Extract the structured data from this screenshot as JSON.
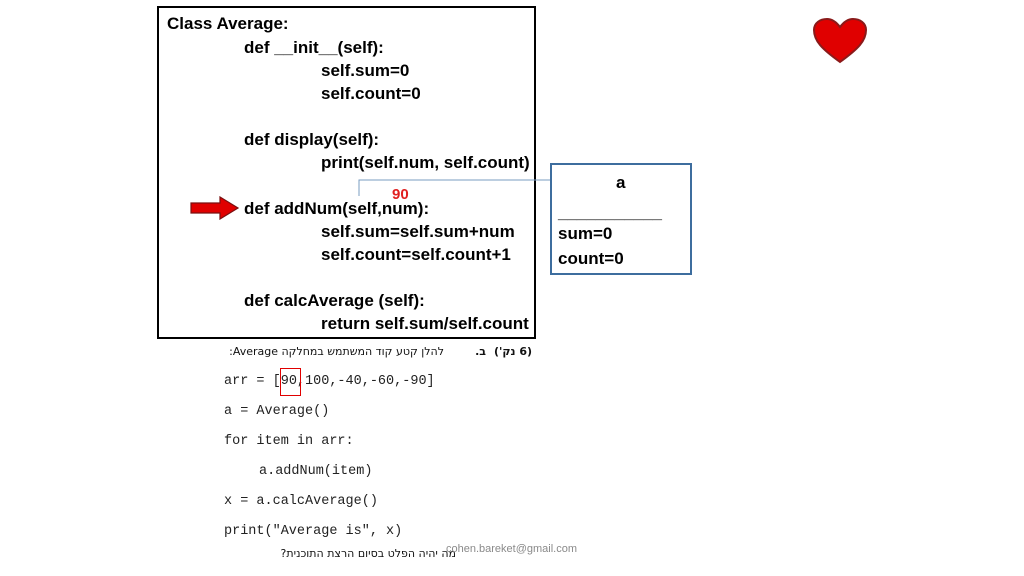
{
  "class_box": {
    "line1": "Class Average:",
    "line2": "def __init__(self):",
    "line3": "self.sum=0",
    "line4": "self.count=0",
    "line5": "def display(self):",
    "line6": "print(self.num, self.count)",
    "line7": "def addNum(self,num):",
    "line8": "self.sum=self.sum+num",
    "line9": "self.count=self.count+1",
    "line10": "def calcAverage (self):",
    "line11": "return self.sum/self.count"
  },
  "annotation_value": "90",
  "object_box": {
    "name": "a",
    "separator": "___________",
    "sum": "sum=0",
    "count": "count=0"
  },
  "question": {
    "points": "(6 נק')",
    "letter": "ב.",
    "text": "להלן קטע קוד המשתמש במחלקה Average:"
  },
  "code": {
    "arr_prefix": "arr = [",
    "arr_first": "90",
    "arr_rest": ",100,-40,-60,-90]",
    "line2": "a = Average()",
    "line3": "for item in arr:",
    "line4": "a.addNum(item)",
    "line5": "x = a.calcAverage()",
    "line6": "print(\"Average is\", x)"
  },
  "prompt_question": "מה יהיה הפלט בסיום הרצת התוכנית?",
  "footer_email": "cohen.bareket@gmail.com",
  "colors": {
    "arrow": "#e00000",
    "heart": "#e00000",
    "object_border": "#3d6d9e",
    "annotation": "#e02020"
  },
  "icons": [
    "heart-icon",
    "right-arrow-icon"
  ]
}
